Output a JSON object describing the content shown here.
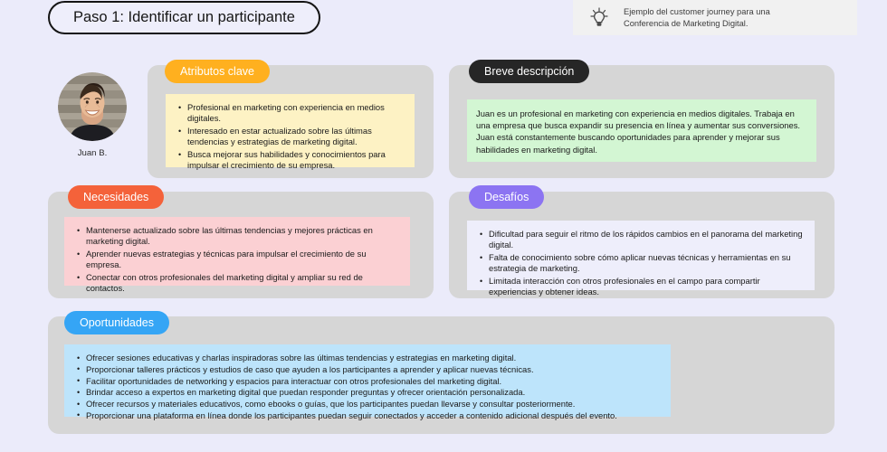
{
  "header": {
    "step_title": "Paso 1: Identificar un participante",
    "tip_icon": "lightbulb-icon",
    "tip_text": "Ejemplo del customer journey para una\nConferencia de Marketing Digital."
  },
  "persona": {
    "avatar_icon": "person-photo-avatar",
    "name": "Juan B."
  },
  "colors": {
    "background": "#ebebfa",
    "panel": "#d6d6d6",
    "atributos_pill": "#ffb01f",
    "atributos_box": "#fdf2c4",
    "descripcion_pill": "#262626",
    "descripcion_box": "#d3f6d3",
    "necesidades_pill": "#f4623a",
    "necesidades_box": "#fbd0d3",
    "desafios_pill": "#8c74f2",
    "desafios_box": "#eeeefb",
    "oportunidades_pill": "#35a5f5",
    "oportunidades_box": "#bde4fb"
  },
  "cards": {
    "atributos": {
      "label": "Atributos clave",
      "bullets": [
        "Profesional en marketing con experiencia en medios digitales.",
        "Interesado en estar actualizado sobre las últimas tendencias y estrategias de marketing digital.",
        "Busca mejorar sus habilidades y conocimientos para impulsar el crecimiento de su empresa."
      ]
    },
    "descripcion": {
      "label": "Breve descripción",
      "text": "Juan es un profesional en marketing con experiencia en medios digitales. Trabaja en una empresa que busca expandir su presencia en línea y aumentar sus conversiones. Juan está constantemente buscando oportunidades para aprender y mejorar sus habilidades en marketing digital."
    },
    "necesidades": {
      "label": "Necesidades",
      "bullets": [
        "Mantenerse actualizado sobre las últimas tendencias y mejores prácticas en marketing digital.",
        "Aprender nuevas estrategias y técnicas para impulsar el crecimiento de su empresa.",
        "Conectar con otros profesionales del marketing digital y ampliar su red de contactos."
      ]
    },
    "desafios": {
      "label": "Desafíos",
      "bullets": [
        "Dificultad para seguir el ritmo de los rápidos cambios en el panorama del marketing digital.",
        "Falta de conocimiento sobre cómo aplicar nuevas técnicas y herramientas en su estrategia de marketing.",
        "Limitada interacción con otros profesionales en el campo para compartir experiencias y obtener ideas."
      ]
    },
    "oportunidades": {
      "label": "Oportunidades",
      "bullets": [
        "Ofrecer sesiones educativas y charlas inspiradoras sobre las últimas tendencias y estrategias en marketing digital.",
        "Proporcionar talleres prácticos y estudios de caso que ayuden a los participantes a aprender y aplicar nuevas técnicas.",
        "Facilitar oportunidades de networking y espacios para interactuar con otros profesionales del marketing digital.",
        "Brindar acceso a expertos en marketing digital que puedan responder preguntas y ofrecer orientación personalizada.",
        "Ofrecer recursos y materiales educativos, como ebooks o guías, que los participantes puedan llevarse y consultar posteriormente.",
        "Proporcionar una plataforma en línea donde los participantes puedan seguir conectados y acceder a contenido adicional después del evento."
      ]
    }
  }
}
